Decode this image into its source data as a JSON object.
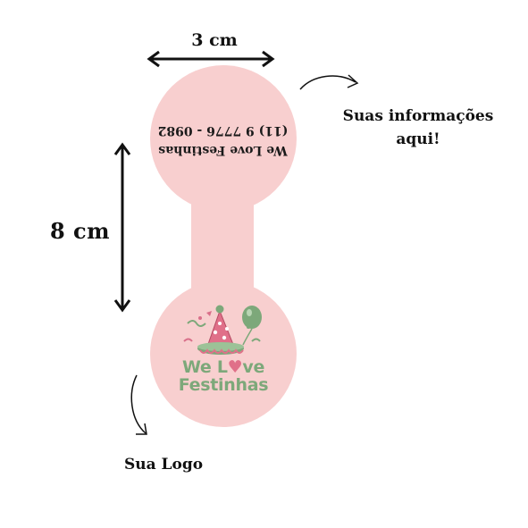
{
  "dimensions": {
    "width_label": "3 cm",
    "height_label": "8 cm"
  },
  "tag": {
    "color": "#f8cfcf",
    "info_line1": "We Love Festinhas",
    "info_line2": "(11) 9 7776 - 0982"
  },
  "logo": {
    "line1_part1": "We L",
    "line1_heart": "♥",
    "line1_part2": "ve",
    "line2": "Festinhas",
    "green": "#7da87a",
    "pink": "#e07089"
  },
  "annotations": {
    "info_line1": "Suas informações",
    "info_line2": "aqui!",
    "logo": "Sua Logo"
  }
}
